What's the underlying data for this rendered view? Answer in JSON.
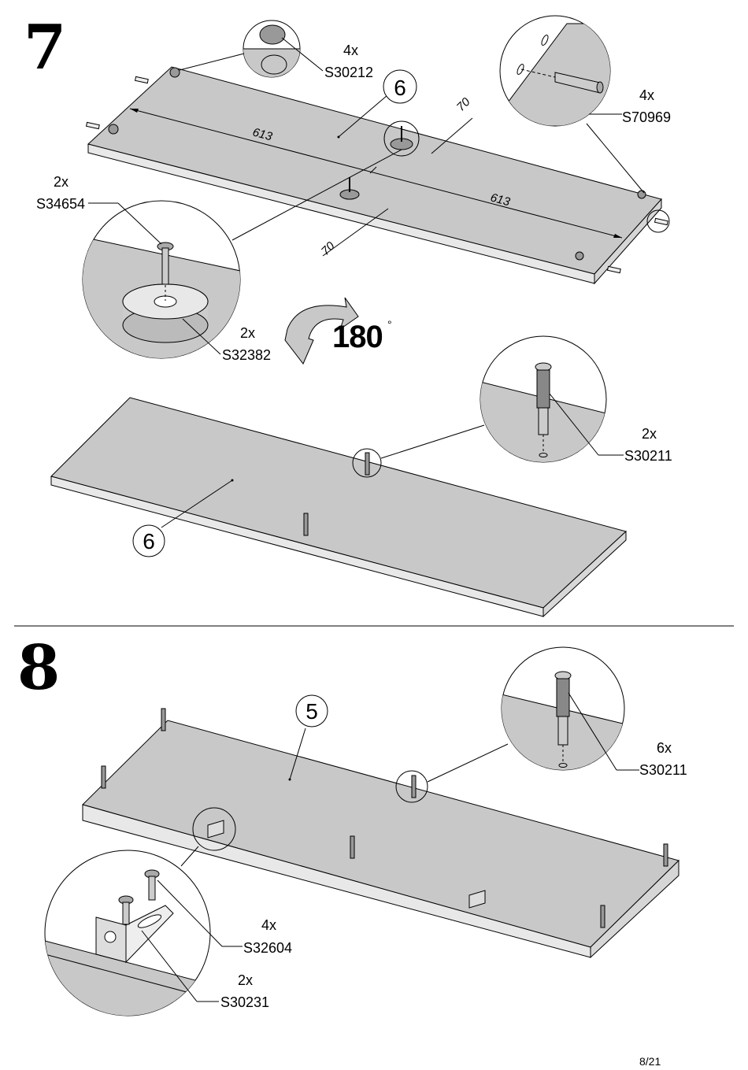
{
  "step7": {
    "number": "7",
    "callout_part": "6",
    "callout_part_flipped": "6",
    "dim_613_a": "613",
    "dim_613_b": "613",
    "dim_70_a": "70",
    "dim_70_b": "70",
    "rotate_degrees": "180",
    "rotate_degree_sign": "°",
    "parts": [
      {
        "qty": "4x",
        "code": "S30212"
      },
      {
        "qty": "4x",
        "code": "S70969"
      },
      {
        "qty": "2x",
        "code": "S34654"
      },
      {
        "qty": "2x",
        "code": "S32382"
      },
      {
        "qty": "2x",
        "code": "S30211"
      }
    ]
  },
  "step8": {
    "number": "8",
    "callout_part": "5",
    "parts": [
      {
        "qty": "6x",
        "code": "S30211"
      },
      {
        "qty": "4x",
        "code": "S32604"
      },
      {
        "qty": "2x",
        "code": "S30231"
      }
    ]
  },
  "page": {
    "number": "8/21"
  },
  "colors": {
    "panel": "#c8c8c8",
    "panel_edge": "#e6e6e6",
    "line": "#000000",
    "bg": "#ffffff"
  }
}
